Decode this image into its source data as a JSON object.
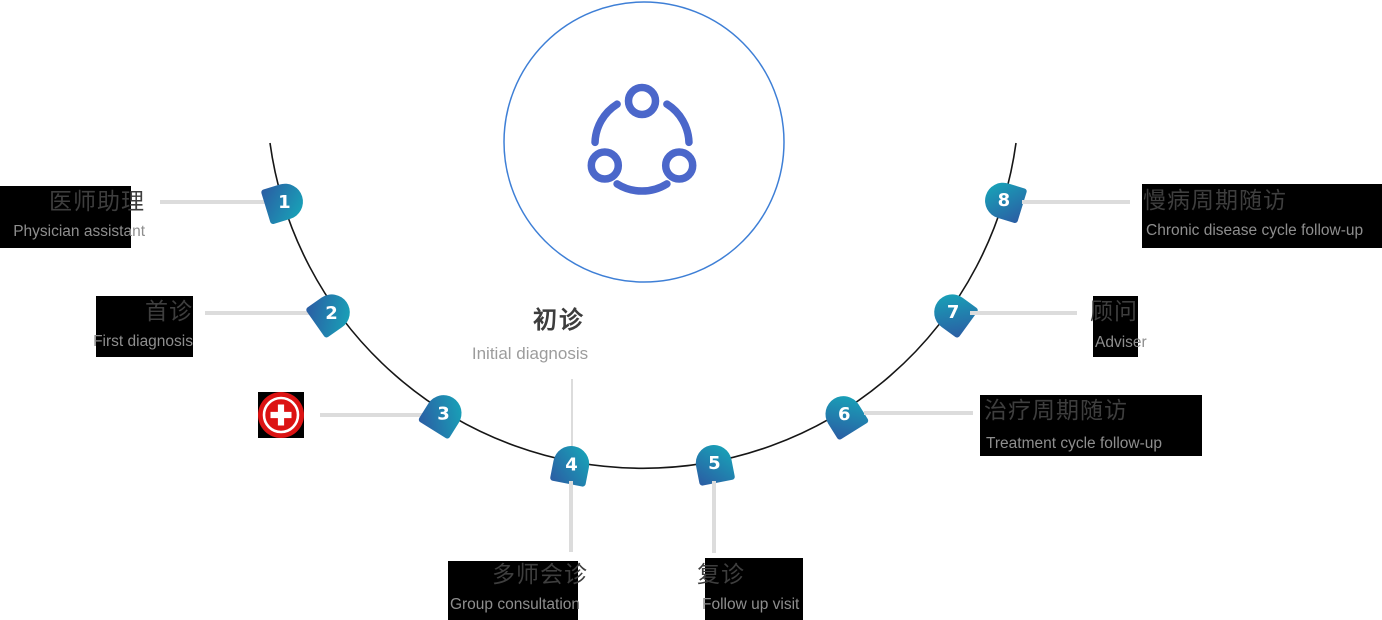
{
  "center": {
    "zh": "初诊",
    "en": "Initial diagnosis"
  },
  "steps": [
    {
      "number": "1",
      "zh": "医师助理",
      "en": "Physician assistant"
    },
    {
      "number": "2",
      "zh": "首诊",
      "en": "First diagnosis"
    },
    {
      "number": "3",
      "icon": "medical-cross"
    },
    {
      "number": "4",
      "zh": "多师会诊",
      "en": "Group consultation"
    },
    {
      "number": "5",
      "zh": "复诊",
      "en": "Follow up visit"
    },
    {
      "number": "6",
      "zh": "治疗周期随访",
      "en": "Treatment cycle follow-up"
    },
    {
      "number": "7",
      "zh": "顾问",
      "en": "Adviser"
    },
    {
      "number": "8",
      "zh": "慢病周期随访",
      "en": "Chronic disease cycle follow-up"
    }
  ],
  "colors": {
    "badge_gradient_start": "#2b5ca3",
    "badge_gradient_end": "#16aaba",
    "icon_gradient_start": "#4b67ca",
    "icon_gradient_end": "#2abccb",
    "center_circle_stroke": "#3e7fd6",
    "arc_stroke": "#161616",
    "connector_gray": "#dcdcdc",
    "highlight_bg": "#000000",
    "zh_text": "#3e3e3e",
    "en_text": "#8e8e8e",
    "cross_red": "#dc1313"
  }
}
